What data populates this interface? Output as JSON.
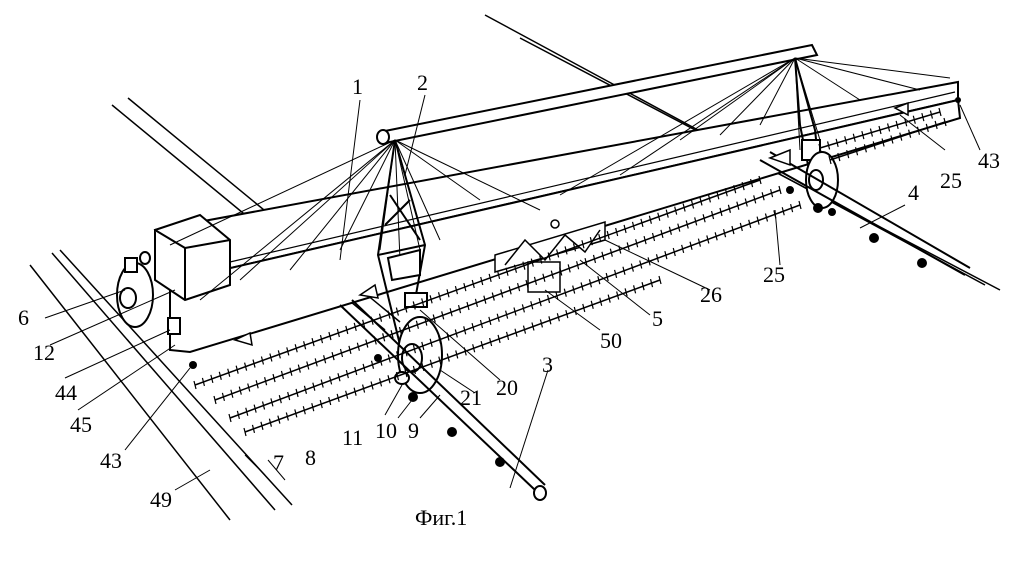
{
  "figure": {
    "caption": "Фиг.1",
    "ink_color": "#000000",
    "background": "#ffffff"
  },
  "labels": [
    "1",
    "2",
    "3",
    "4",
    "5",
    "6",
    "7",
    "8",
    "9",
    "10",
    "11",
    "12",
    "20",
    "21",
    "25",
    "25",
    "26",
    "43",
    "43",
    "44",
    "45",
    "49",
    "50"
  ]
}
